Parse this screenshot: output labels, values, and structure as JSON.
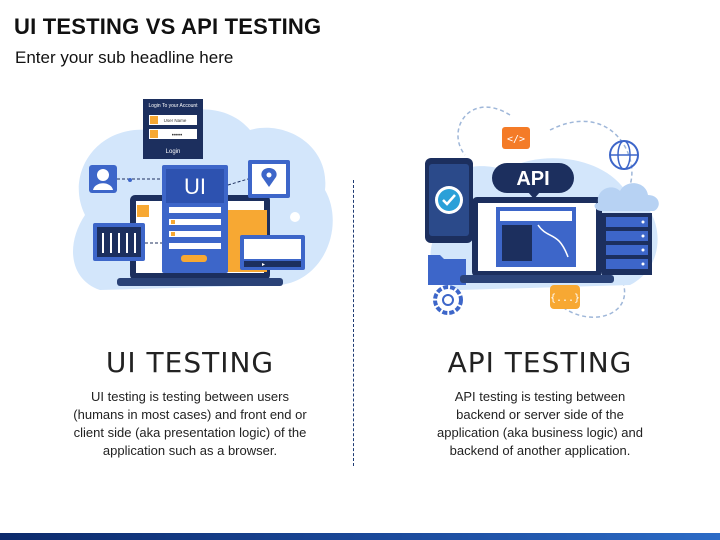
{
  "header": {
    "title": "UI TESTING VS API TESTING",
    "subtitle": "Enter your sub headline here"
  },
  "ui_illustration": {
    "login_box_title": "Login To your Account",
    "username_placeholder": "User Name",
    "password_mask": "•••••",
    "login_button": "Login",
    "ui_badge": "UI"
  },
  "api_illustration": {
    "api_badge": "API",
    "code_badge": "</>",
    "json_badge": "{...}"
  },
  "left": {
    "heading": "UI TESTING",
    "description_lines": [
      "UI testing is testing between users",
      "(humans in most cases) and front end or",
      "client side (aka presentation logic) of the",
      "application such as a browser."
    ]
  },
  "right": {
    "heading": "API TESTING",
    "description_lines": [
      "API testing is testing between",
      "backend or server side of the",
      "application (aka business logic) and",
      "backend of another application."
    ]
  },
  "colors": {
    "navy": "#1f3b73",
    "blob": "#cfe3fb",
    "blue": "#3d66c9",
    "orange": "#f7a833"
  }
}
